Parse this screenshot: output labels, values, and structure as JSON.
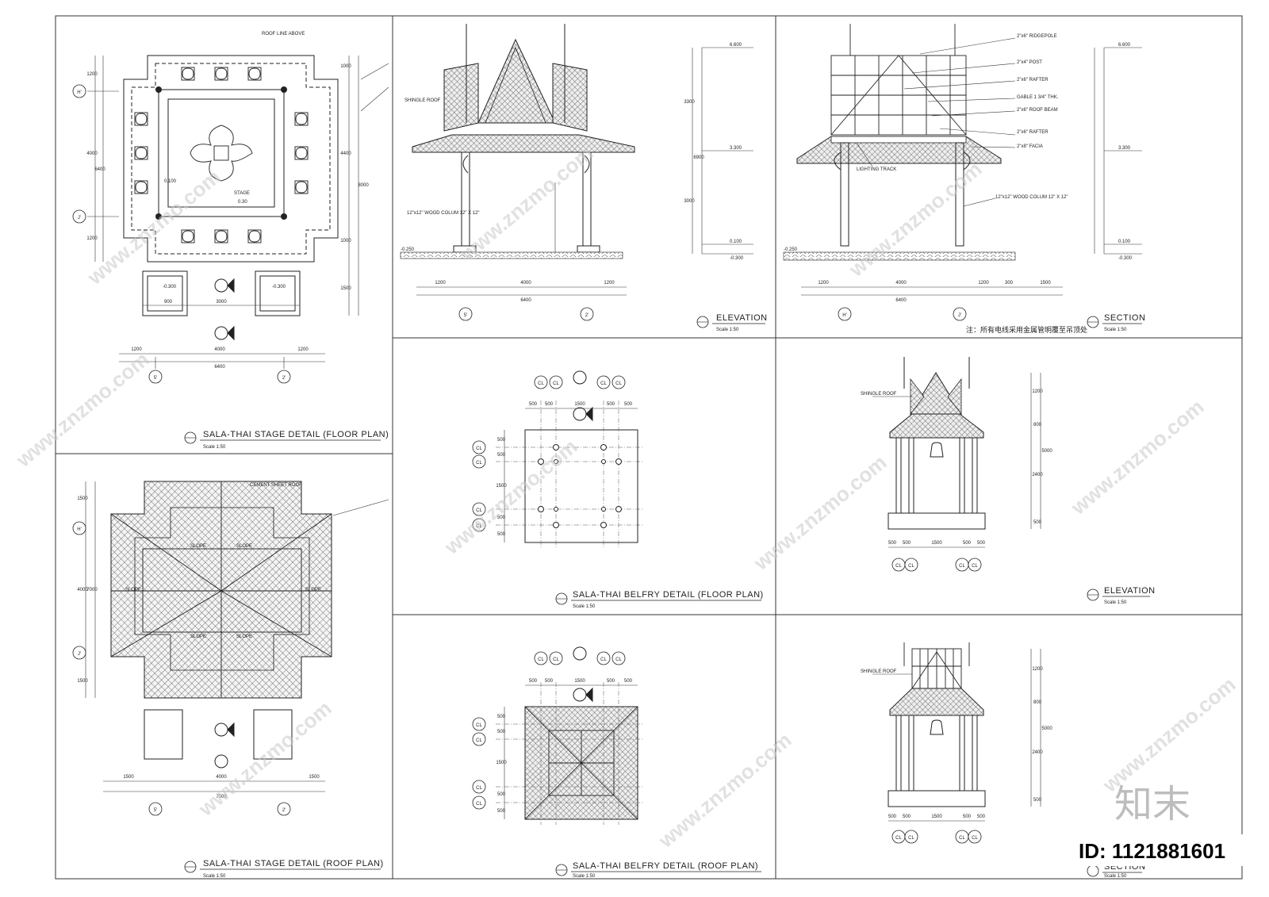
{
  "sheet": {
    "logo_text": "知末",
    "id_label": "ID: 1121881601",
    "watermark": "www.znzmo.com"
  },
  "panels": {
    "p1": {
      "title": "SALA-THAI STAGE DETAIL (FLOOR PLAN)",
      "scale": "Scale 1:50",
      "notes": [
        "ROOF LINE ABOVE",
        "STAGE",
        "0.30",
        "0.100",
        "-0.300",
        "-0.300"
      ],
      "dims_bottom": [
        "1200",
        "4000",
        "1200",
        "6400"
      ],
      "dims_sub": [
        "900",
        "3000"
      ],
      "dims_left": [
        "1200",
        "4000",
        "1200",
        "6400"
      ],
      "dims_right": [
        "1000",
        "4400",
        "1000",
        "1500",
        "8000"
      ],
      "grid_h": [
        "H'",
        "J'"
      ],
      "grid_v": [
        "5'",
        "2'"
      ]
    },
    "p2": {
      "title": "SALA-THAI STAGE DETAIL (ROOF PLAN)",
      "scale": "Scale 1:50",
      "notes": [
        "CEMENT SHEET ROOF",
        "SLOPE"
      ],
      "dims_bottom": [
        "1500",
        "4000",
        "1500",
        "7000"
      ],
      "dims_left": [
        "1500",
        "4000",
        "1500",
        "7000"
      ],
      "grid_h": [
        "H'",
        "J'"
      ],
      "grid_v": [
        "5'",
        "2'"
      ]
    },
    "p3": {
      "title": "ELEVATION",
      "scale": "Scale 1:50",
      "notes": [
        "SHINGLE ROOF",
        "12\"x12\" WOOD COLUM 12\" X 12\""
      ],
      "levels": [
        "6.600",
        "3.300",
        "0.100",
        "-0.300",
        "-0.250"
      ],
      "dims_bottom": [
        "1200",
        "4000",
        "1200",
        "6400"
      ],
      "dims_right": [
        "3300",
        "3000",
        "6900"
      ],
      "grid_v": [
        "5'",
        "2'"
      ]
    },
    "p4": {
      "title": "SECTION",
      "scale": "Scale 1:50",
      "notes": [
        "2\"x6\" RIDGEPOLE",
        "2\"x4\" POST",
        "2\"x6\" RAFTER",
        "GABLE 1 3/4\" THK.",
        "2\"x6\" ROOF BEAM",
        "2\"x6\" RAFTER",
        "2\"x8\" FACIA",
        "LIGHTING TRACK",
        "12\"x12\" WOOD COLUM 12\" X 12\""
      ],
      "note_cn": "注：所有电线采用金属管明覆至吊顶处",
      "levels": [
        "6.600",
        "3.300",
        "0.100",
        "-0.300",
        "-0.250"
      ],
      "dims_bottom": [
        "1200",
        "4000",
        "1200",
        "300",
        "1500",
        "6400"
      ],
      "grid_v": [
        "H'",
        "J'"
      ]
    },
    "p5": {
      "title": "SALA-THAI BELFRY DETAIL (FLOOR PLAN)",
      "scale": "Scale 1:50",
      "dims_top": [
        "500",
        "500",
        "1500",
        "500",
        "500"
      ],
      "dims_left": [
        "500",
        "500",
        "1500",
        "500",
        "500"
      ],
      "grid": [
        "CL",
        "CL",
        "CL",
        "CL"
      ]
    },
    "p6": {
      "title": "ELEVATION",
      "scale": "Scale 1:50",
      "notes": [
        "SHINGLE ROOF"
      ],
      "dims_bottom": [
        "500",
        "500",
        "1500",
        "500",
        "500"
      ],
      "dims_right": [
        "1200",
        "800",
        "2400",
        "500",
        "5000"
      ],
      "grid": [
        "CL",
        "CL",
        "CL",
        "CL"
      ]
    },
    "p7": {
      "title": "SALA-THAI BELFRY DETAIL (ROOF PLAN)",
      "scale": "Scale 1:50",
      "dims_top": [
        "500",
        "500",
        "1500",
        "500",
        "500"
      ],
      "dims_left": [
        "500",
        "500",
        "1500",
        "500",
        "500"
      ],
      "grid": [
        "CL",
        "CL",
        "CL",
        "CL"
      ]
    },
    "p8": {
      "title": "SECTION",
      "scale": "Scale 1:50",
      "notes": [
        "SHINGLE ROOF"
      ],
      "dims_bottom": [
        "500",
        "500",
        "1500",
        "500",
        "500"
      ],
      "dims_right": [
        "1200",
        "800",
        "2400",
        "500",
        "5000"
      ],
      "grid": [
        "CL",
        "CL",
        "CL",
        "CL"
      ]
    }
  }
}
